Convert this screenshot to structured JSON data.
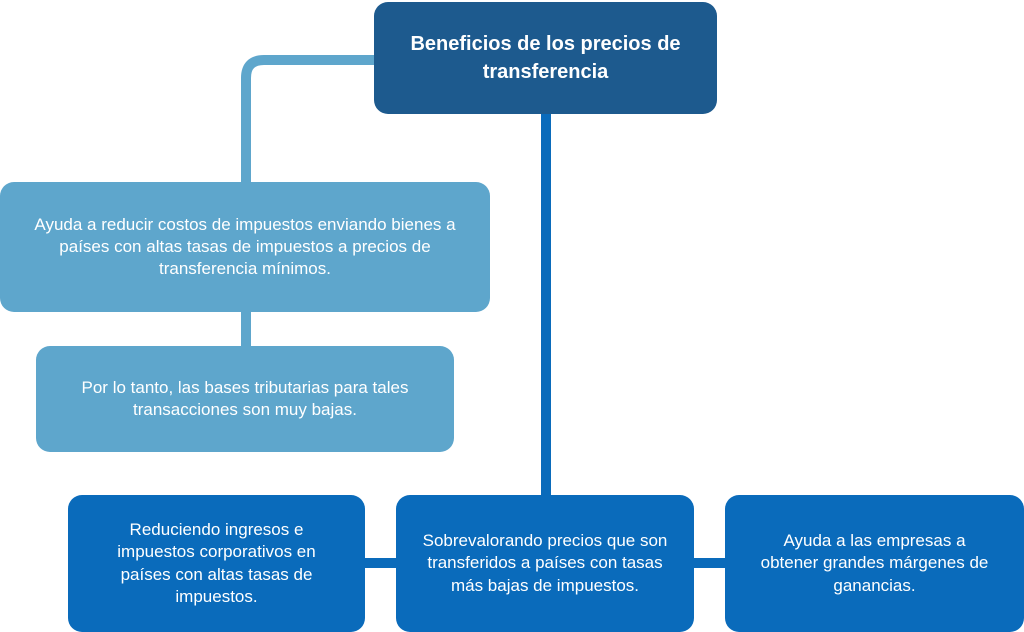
{
  "diagram": {
    "root": {
      "text": "Beneficios de los precios de transferencia"
    },
    "left_branch": {
      "box_1": "Ayuda a reducir costos de impuestos enviando bienes a países con altas tasas de impuestos a precios de transferencia mínimos.",
      "box_2": "Por lo tanto, las bases tributarias para tales transacciones son muy bajas."
    },
    "bottom_row": {
      "left": "Reduciendo ingresos e impuestos corporativos en países con altas tasas de impuestos.",
      "center": "Sobrevalorando precios que son transferidos a países con tasas más bajas de impuestos.",
      "right": "Ayuda a las empresas a obtener grandes márgenes de ganancias."
    }
  },
  "colors": {
    "root": "#1d5a8e",
    "light_box": "#5ea6cc",
    "dark_box": "#0a6bbb",
    "light_connector": "#5ea6cc",
    "dark_connector": "#0a6bbb"
  }
}
